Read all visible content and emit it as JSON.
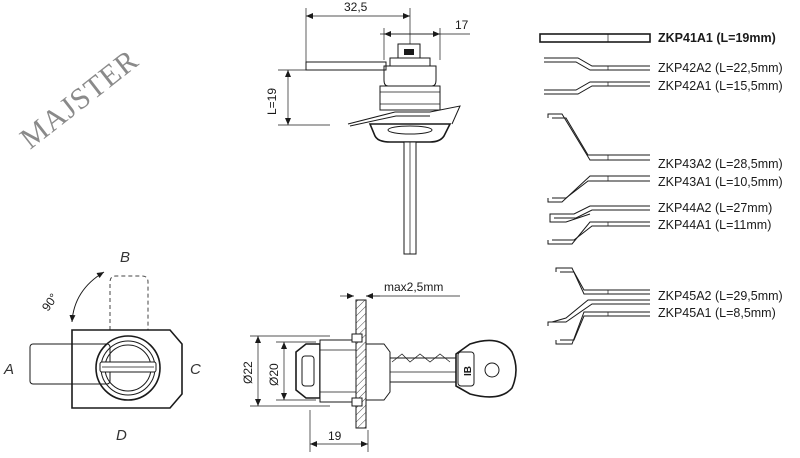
{
  "watermark": "MAJSTER",
  "top_view": {
    "dim_width": "32,5",
    "dim_right": "17",
    "dim_length": "L=19"
  },
  "front_view": {
    "pos_top": "B",
    "pos_left": "A",
    "pos_right": "C",
    "pos_bottom": "D",
    "rotation": "90°"
  },
  "side_view": {
    "dim_panel": "max2,5mm",
    "dim_outer_diameter": "Ø22",
    "dim_inner_diameter": "Ø20",
    "dim_depth": "19",
    "key_marking": "IB"
  },
  "cams": [
    {
      "code": "ZKP41A1 (L=19mm)",
      "bold": true
    },
    {
      "code": "ZKP42A2 (L=22,5mm)"
    },
    {
      "code": "ZKP42A1 (L=15,5mm)"
    },
    {
      "code": "ZKP43A2 (L=28,5mm)"
    },
    {
      "code": "ZKP43A1 (L=10,5mm)"
    },
    {
      "code": "ZKP44A2 (L=27mm)"
    },
    {
      "code": "ZKP44A1 (L=11mm)"
    },
    {
      "code": "ZKP45A2 (L=29,5mm)"
    },
    {
      "code": "ZKP45A1 (L=8,5mm)"
    }
  ]
}
